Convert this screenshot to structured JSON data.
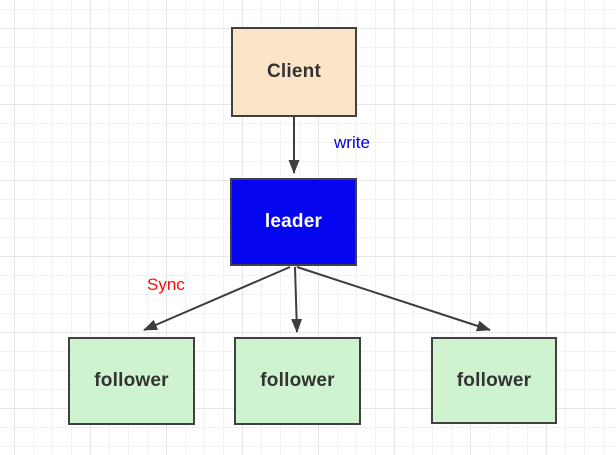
{
  "diagram": {
    "nodes": [
      {
        "id": "client",
        "label": "Client",
        "fill": "#fce4c8",
        "text_color": "#333333"
      },
      {
        "id": "leader",
        "label": "leader",
        "fill": "#0505ef",
        "text_color": "#ffffff"
      },
      {
        "id": "follower-1",
        "label": "follower",
        "fill": "#cff3cf",
        "text_color": "#333333"
      },
      {
        "id": "follower-2",
        "label": "follower",
        "fill": "#cff3cf",
        "text_color": "#333333"
      },
      {
        "id": "follower-3",
        "label": "follower",
        "fill": "#cff3cf",
        "text_color": "#333333"
      }
    ],
    "edges": [
      {
        "id": "client-to-leader",
        "from": "client",
        "to": "leader",
        "label": "write",
        "label_color": "#0000d6"
      },
      {
        "id": "leader-to-follower-1",
        "from": "leader",
        "to": "follower-1",
        "label": "Sync",
        "label_color": "#f40b0b"
      },
      {
        "id": "leader-to-follower-2",
        "from": "leader",
        "to": "follower-2",
        "label": ""
      },
      {
        "id": "leader-to-follower-3",
        "from": "leader",
        "to": "follower-3",
        "label": ""
      }
    ],
    "stroke_color": "#3d3d3d",
    "border_color": "#404040"
  }
}
